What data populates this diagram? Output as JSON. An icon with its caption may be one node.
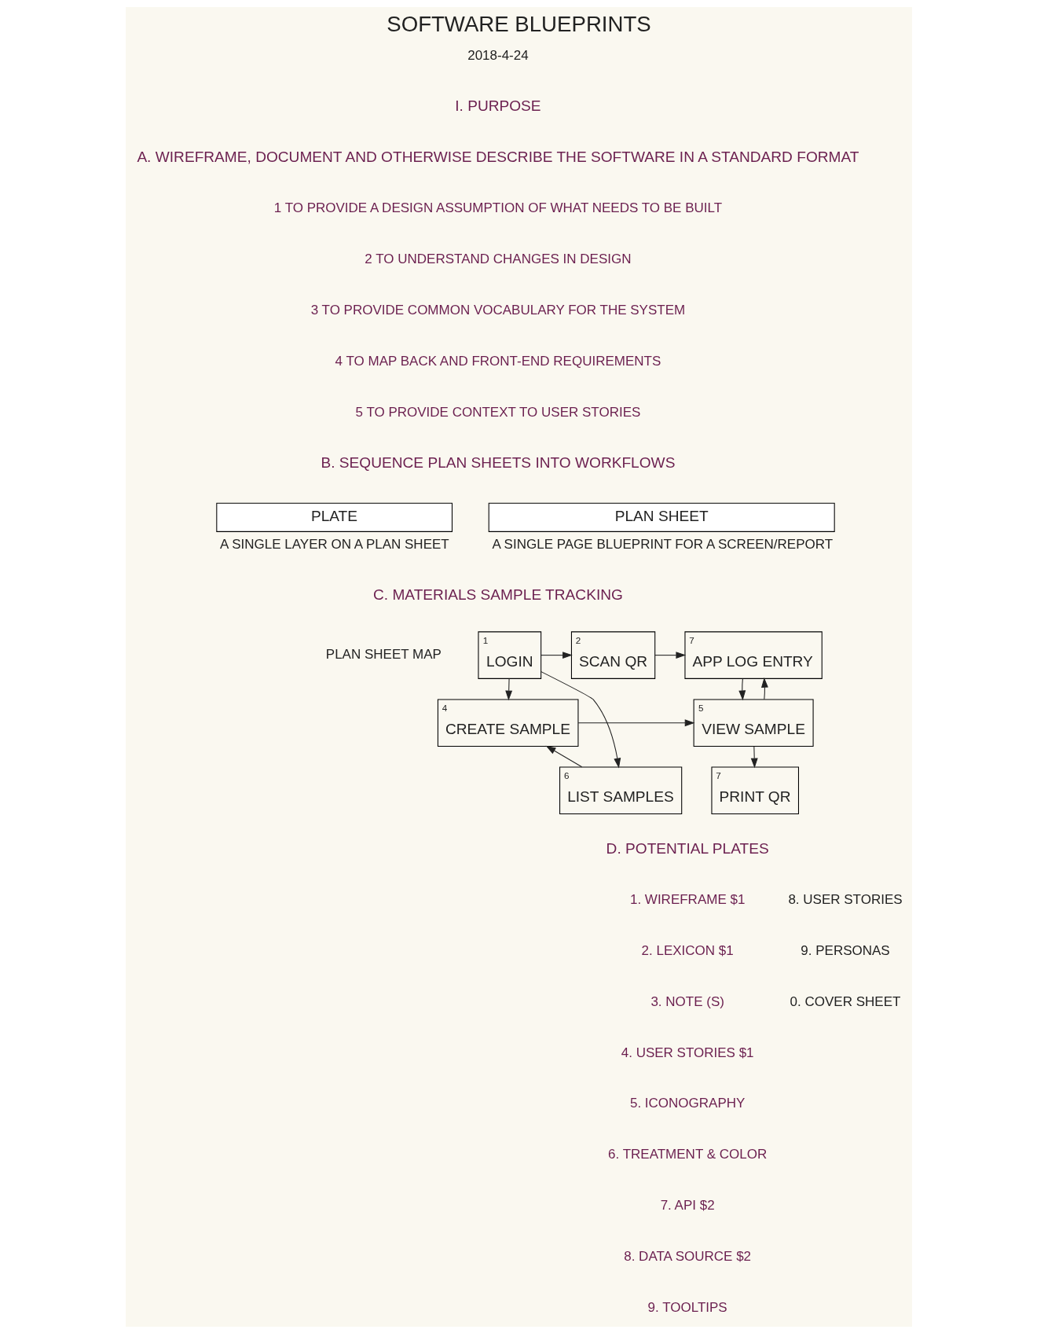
{
  "diagram": {
    "title": "SOFTWARE BLUEPRINTS",
    "nodes": [
      {
        "text": [
          "PLATE"
        ],
        "beside": [
          "A SINGLE LAYER ON A PLAN SHEET"
        ]
      },
      {
        "text": [
          "PLAN SHEET"
        ],
        "beside": [
          "A SINGLE PAGE BLUEPRINT FOR A SCREEN/REPORT"
        ]
      },
      {
        "text": [
          "1",
          "LOGIN"
        ]
      },
      {
        "text": [
          "2",
          "SCAN QR"
        ]
      },
      {
        "text": [
          "7",
          "APP LOG ENTRY"
        ]
      },
      {
        "text": [
          "4",
          "CREATE SAMPLE"
        ]
      },
      {
        "text": [
          "5",
          "VIEW SAMPLE"
        ]
      },
      {
        "text": [
          "6",
          "LIST SAMPLES"
        ]
      },
      {
        "text": [
          "7",
          "PRINT QR"
        ]
      }
    ],
    "edges": [
      {
        "from": 2,
        "to": 3,
        "arrow": "to"
      },
      {
        "from": 3,
        "to": 4,
        "arrow": "to"
      },
      {
        "from": 2,
        "to": 5,
        "arrow": "to"
      },
      {
        "from": 2,
        "to": 7,
        "arrow": "to"
      },
      {
        "from": 5,
        "to": 6,
        "arrow": "to"
      },
      {
        "from": 7,
        "to": 5,
        "arrow": "to"
      },
      {
        "from": 6,
        "to": 4,
        "arrow": "to"
      },
      {
        "from": 4,
        "to": 6,
        "arrow": "to"
      },
      {
        "from": 6,
        "to": 8,
        "arrow": "to"
      }
    ],
    "labels": [
      "2018-4-24",
      "I. PURPOSE",
      "A. WIREFRAME, DOCUMENT AND OTHERWISE DESCRIBE THE SOFTWARE IN A STANDARD FORMAT",
      "1 TO PROVIDE A DESIGN ASSUMPTION OF WHAT NEEDS TO BE BUILT",
      "2 TO UNDERSTAND CHANGES IN DESIGN",
      "3 TO PROVIDE COMMON VOCABULARY FOR THE SYSTEM",
      "4 TO MAP BACK AND FRONT-END REQUIREMENTS",
      "5 TO PROVIDE CONTEXT TO USER STORIES",
      "B. SEQUENCE PLAN SHEETS INTO WORKFLOWS",
      "C. MATERIALS SAMPLE TRACKING",
      "PLAN SHEET MAP",
      "D. POTENTIAL PLATES",
      "1. WIREFRAME $1",
      "2. LEXICON $1",
      "3. NOTE (S)",
      "4. USER STORIES $1",
      "5. ICONOGRAPHY",
      "6. TREATMENT & COLOR",
      "7. API $2",
      "8. DATA SOURCE $2",
      "9. TOOLTIPS",
      "8. USER STORIES",
      "9. PERSONAS",
      "0. COVER SHEET"
    ]
  }
}
